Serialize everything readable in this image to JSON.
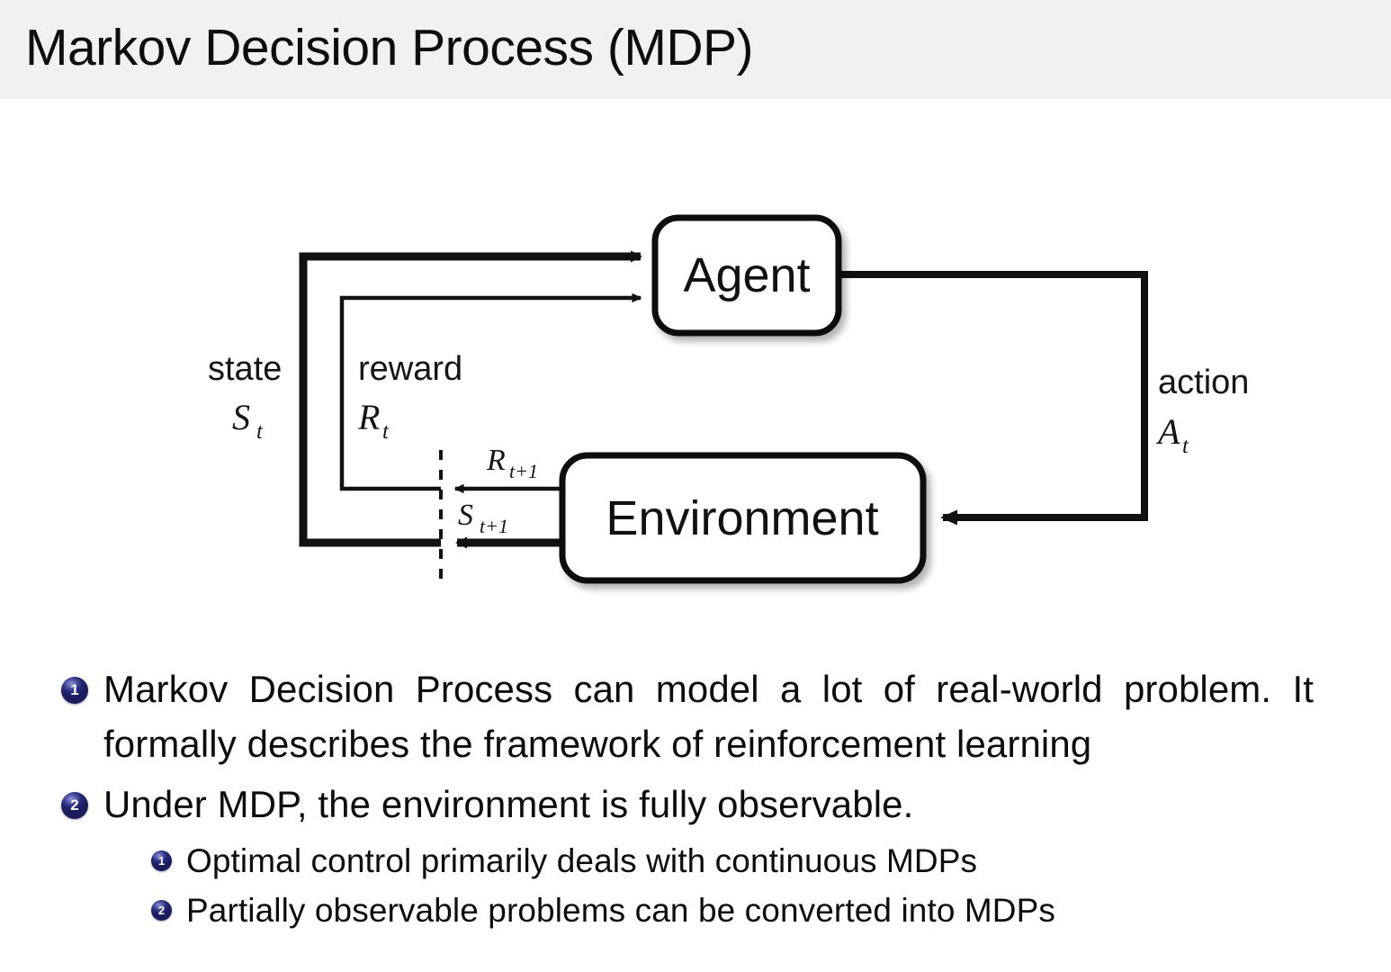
{
  "slide": {
    "title": "Markov Decision Process (MDP)",
    "header_bg": "#f1f1f1",
    "text_color": "#0d0d0d"
  },
  "diagram": {
    "name": "agent-environment-interaction-loop",
    "boxes": {
      "agent": "Agent",
      "environment": "Environment"
    },
    "labels": {
      "state_word": "state",
      "state_sym": "S",
      "state_sub": "t",
      "reward_word": "reward",
      "reward_sym": "R",
      "reward_sub": "t",
      "action_word": "action",
      "action_sym": "A",
      "action_sub": "t",
      "next_reward_sym": "R",
      "next_reward_sub": "t+1",
      "next_state_sym": "S",
      "next_state_sub": "t+1"
    },
    "stroke_color": "#111111"
  },
  "bullets": {
    "marker_color": "#262a78",
    "items": [
      {
        "number": "1",
        "level": 1,
        "text": "Markov Decision Process can model a lot of real-world problem. It formally describes the framework of reinforcement learning"
      },
      {
        "number": "2",
        "level": 1,
        "text": "Under MDP, the environment is fully observable."
      },
      {
        "number": "1",
        "level": 2,
        "text": "Optimal control primarily deals with continuous MDPs"
      },
      {
        "number": "2",
        "level": 2,
        "text": "Partially observable problems can be converted into MDPs"
      }
    ]
  }
}
